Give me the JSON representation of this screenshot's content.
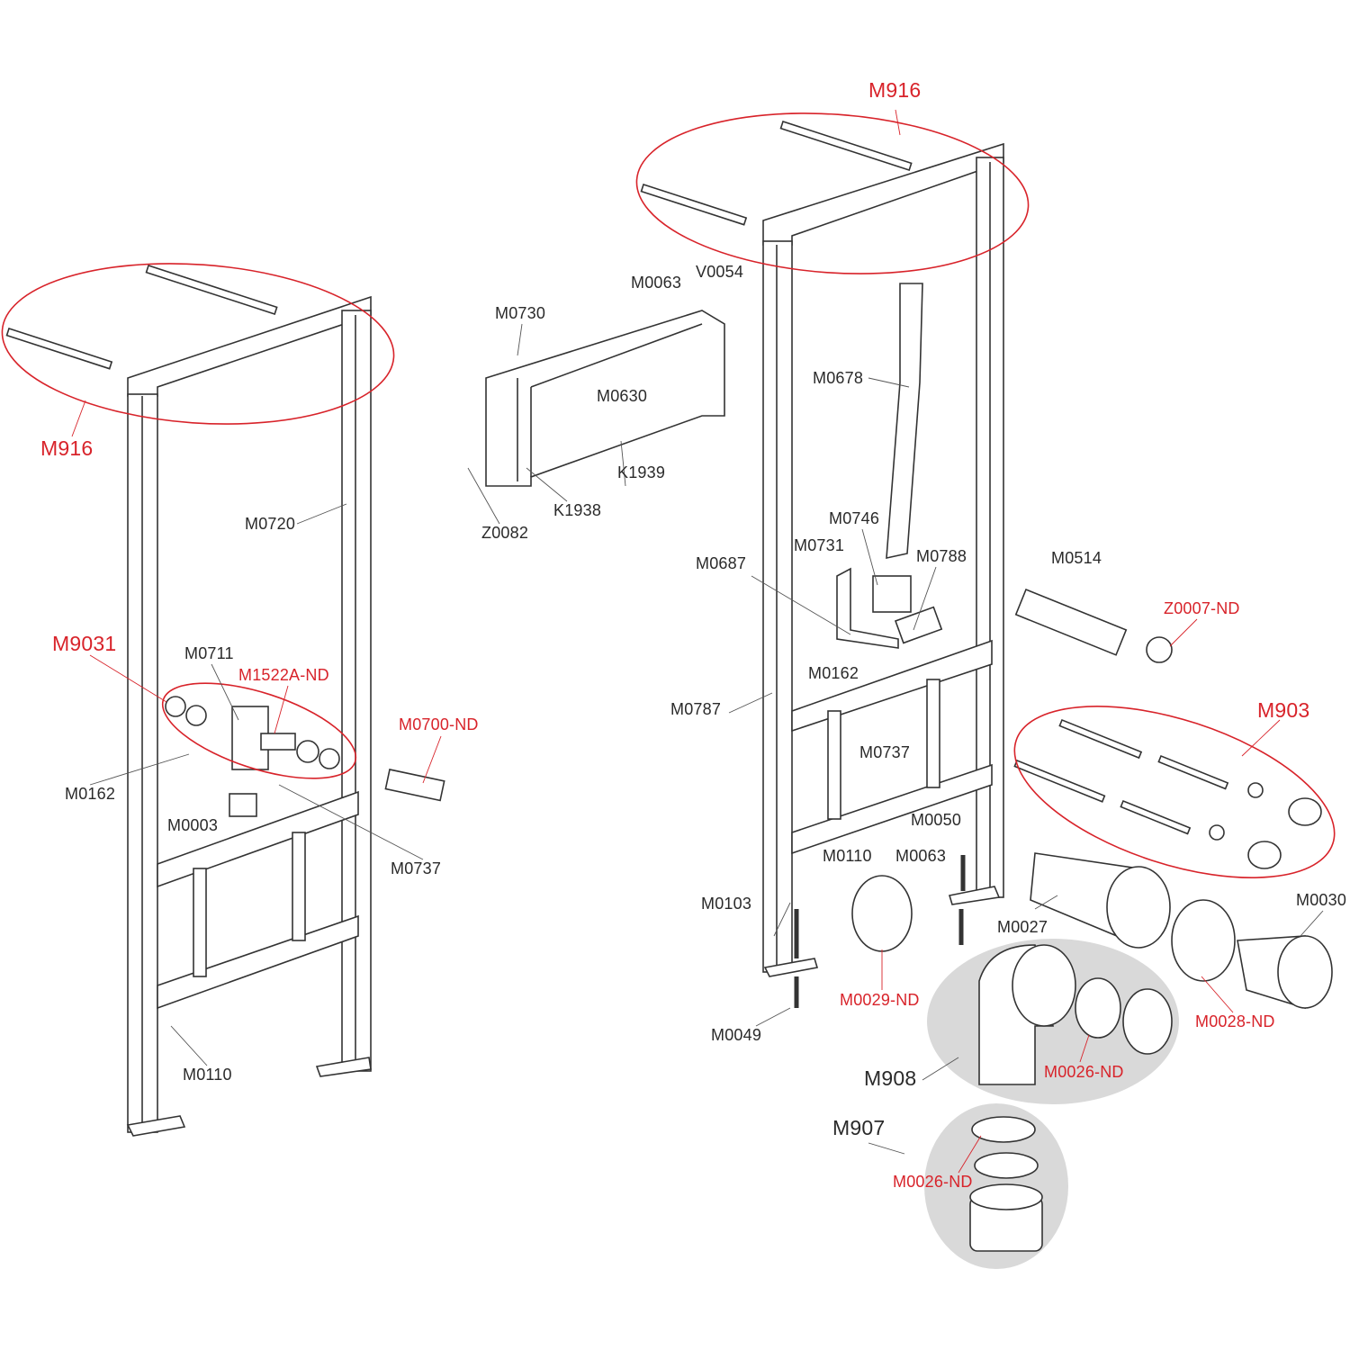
{
  "colors": {
    "callout_red": "#d8232a",
    "line": "#333333",
    "group_bg": "#d9d9d9"
  },
  "left_frame": {
    "m916": "M916",
    "m0720": "M0720",
    "m9031": "M9031",
    "m0711": "M0711",
    "m1522a": "M1522A-ND",
    "m0700": "M0700-ND",
    "m0162": "M0162",
    "m0003": "M0003",
    "m0737": "M0737",
    "m0110": "M0110"
  },
  "bracket": {
    "m0730": "M0730",
    "m0063": "M0063",
    "v0054": "V0054",
    "m0630": "M0630",
    "k1939": "K1939",
    "k1938": "K1938",
    "z0082": "Z0082"
  },
  "right_frame": {
    "m916": "M916",
    "m0678": "M0678",
    "m0746": "M0746",
    "m0731": "M0731",
    "m0788": "M0788",
    "m0687": "M0687",
    "m0514": "M0514",
    "z0007": "Z0007-ND",
    "m0162": "M0162",
    "m0787": "M0787",
    "m0737": "M0737",
    "m903": "M903",
    "m0050": "M0050",
    "m0110": "M0110",
    "m0063": "M0063",
    "m0103": "M0103",
    "m0027": "M0027",
    "m0030": "M0030",
    "m0029": "M0029-ND",
    "m0028": "M0028-ND",
    "m0049": "M0049",
    "m0026a": "M0026-ND",
    "m908": "M908",
    "m907": "M907",
    "m0026b": "M0026-ND"
  }
}
